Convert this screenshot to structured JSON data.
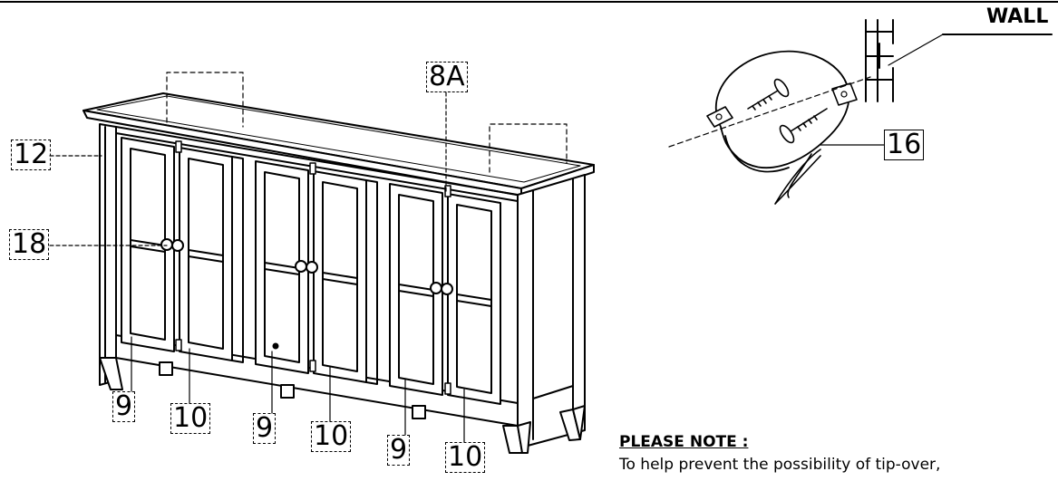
{
  "wall_label": "WALL",
  "parts": {
    "p12": "12",
    "p18": "18",
    "p8a": "8A",
    "p16": "16",
    "p9a": "9",
    "p10a": "10",
    "p9b": "9",
    "p10b": "10",
    "p9c": "9",
    "p10c": "10"
  },
  "note": {
    "title": "PLEASE NOTE :",
    "text": "To help prevent the possibility of tip-over,"
  }
}
